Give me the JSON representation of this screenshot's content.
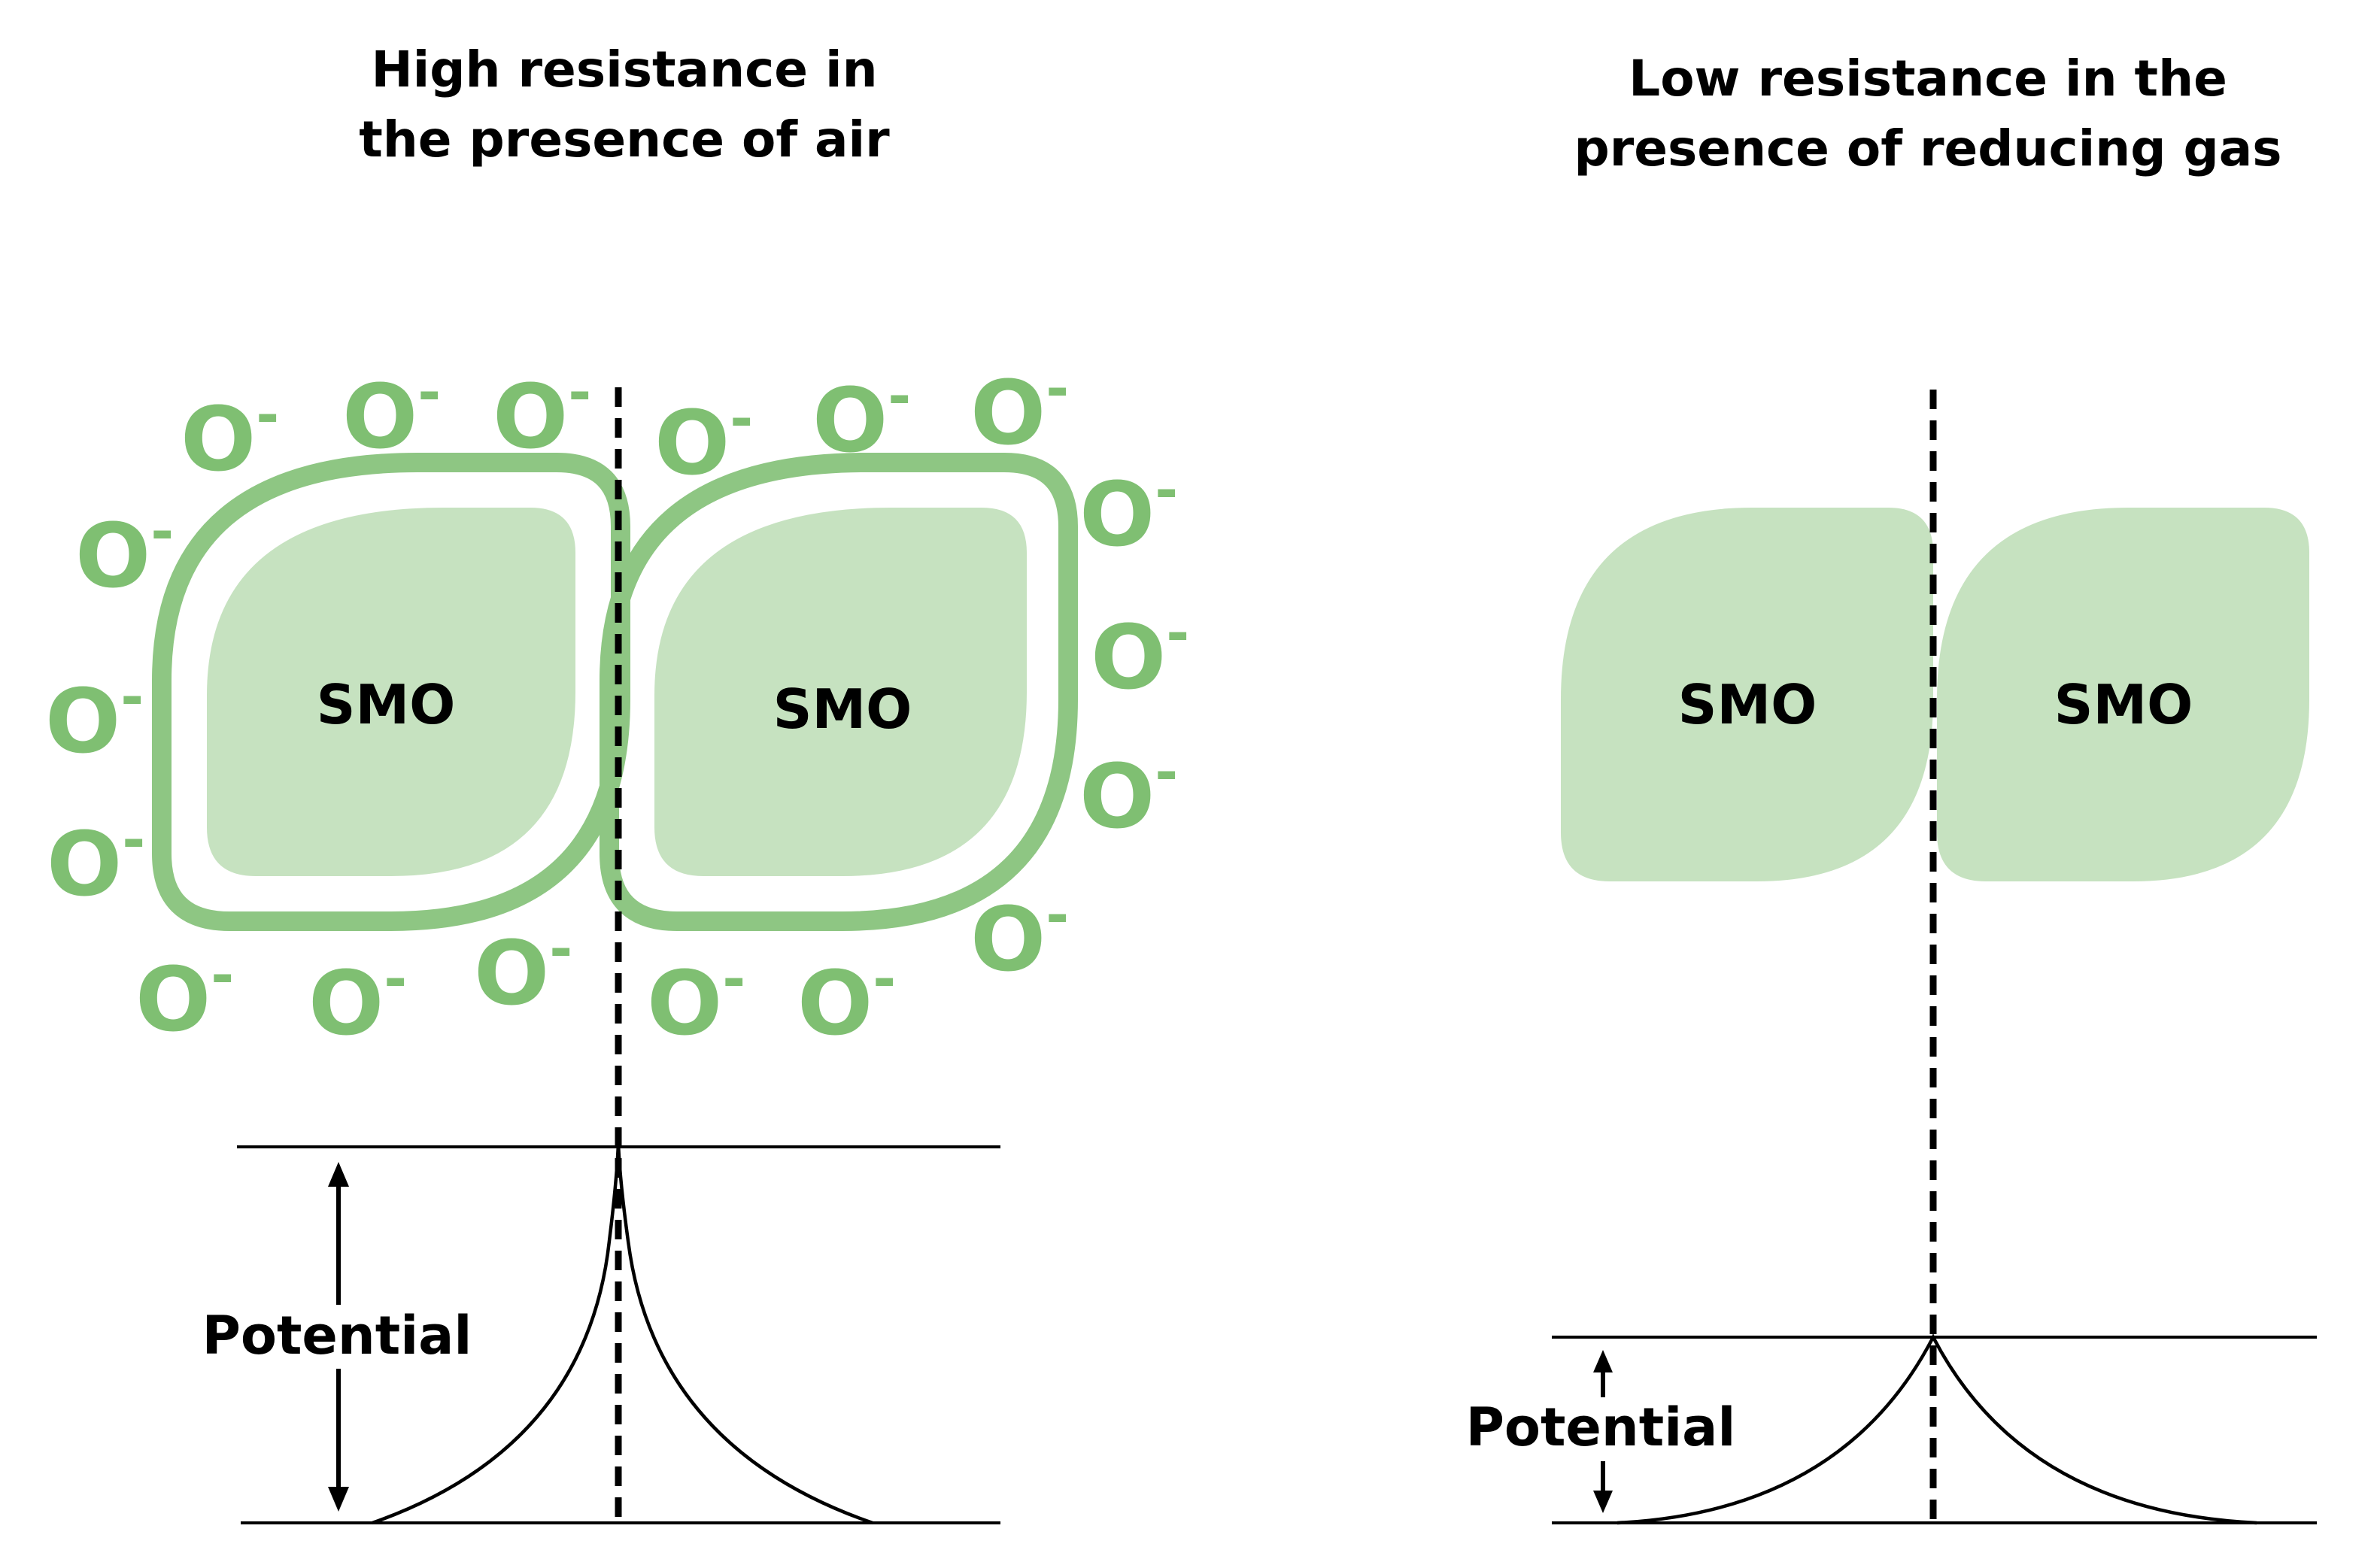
{
  "left_panel": {
    "title_line1": "High resistance in",
    "title_line2": "the presence of air",
    "grain_left_label": "SMO",
    "grain_right_label": "SMO",
    "oxygen_symbol": "O",
    "oxygen_charge": "-",
    "potential_label": "Potential"
  },
  "right_panel": {
    "title_line1": "Low resistance in the",
    "title_line2": "presence of reducing gas",
    "grain_left_label": "SMO",
    "grain_right_label": "SMO",
    "potential_label": "Potential"
  },
  "colors": {
    "grain_fill": "#c6e2c0",
    "depletion_shell": "#8ec683",
    "oxygen_ion": "#7fbf72"
  }
}
